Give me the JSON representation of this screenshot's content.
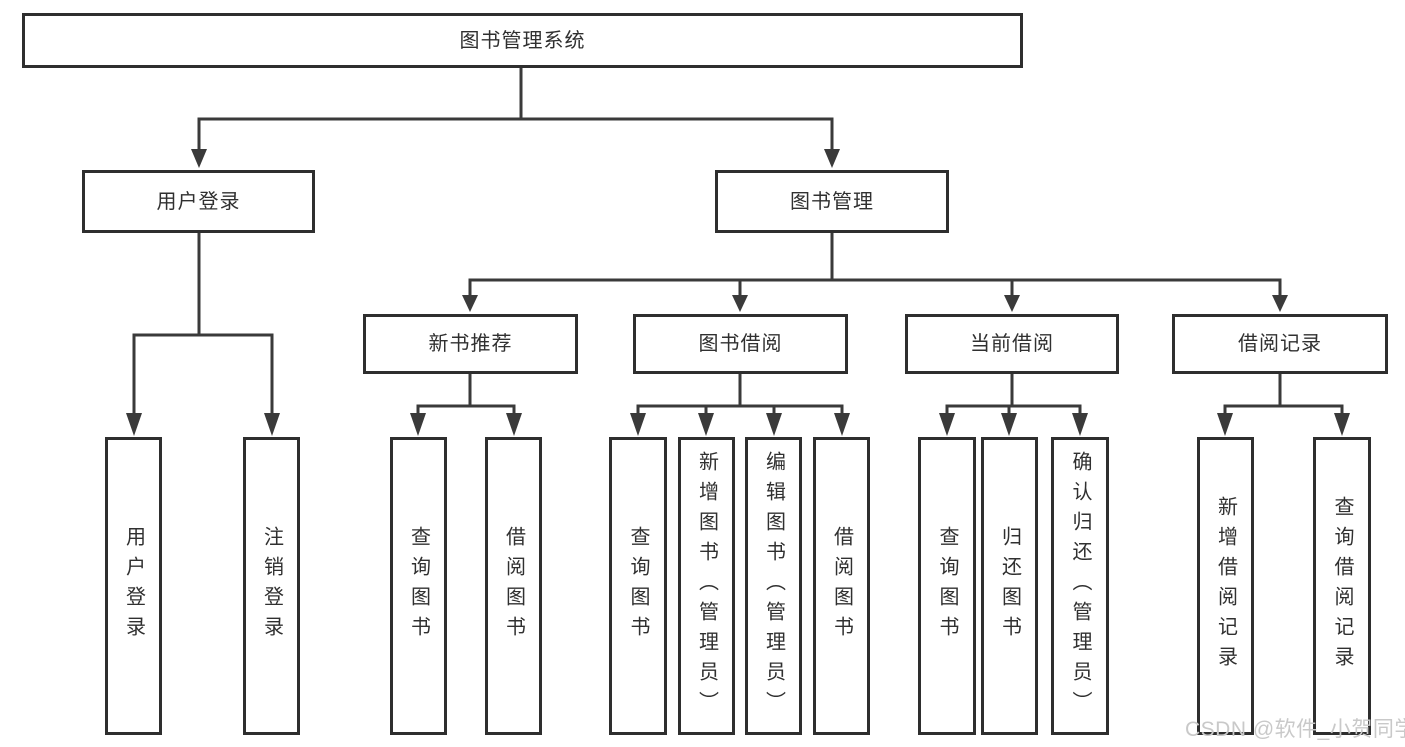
{
  "diagram": {
    "type": "functional-structure-tree",
    "root": {
      "label": "图书管理系统"
    },
    "level2": [
      {
        "label": "用户登录",
        "parent": "图书管理系统"
      },
      {
        "label": "图书管理",
        "parent": "图书管理系统"
      }
    ],
    "level3": [
      {
        "label": "新书推荐",
        "parent": "图书管理"
      },
      {
        "label": "图书借阅",
        "parent": "图书管理"
      },
      {
        "label": "当前借阅",
        "parent": "图书管理"
      },
      {
        "label": "借阅记录",
        "parent": "图书管理"
      }
    ],
    "leaves": [
      {
        "label": "用户登录",
        "parent": "用户登录"
      },
      {
        "label": "注销登录",
        "parent": "用户登录"
      },
      {
        "label": "查询图书",
        "parent": "新书推荐"
      },
      {
        "label": "借阅图书",
        "parent": "新书推荐"
      },
      {
        "label": "查询图书",
        "parent": "图书借阅"
      },
      {
        "label": "新增图书（管理员）",
        "parent": "图书借阅"
      },
      {
        "label": "编辑图书（管理员）",
        "parent": "图书借阅"
      },
      {
        "label": "借阅图书",
        "parent": "图书借阅"
      },
      {
        "label": "查询图书",
        "parent": "当前借阅"
      },
      {
        "label": "归还图书",
        "parent": "当前借阅"
      },
      {
        "label": "确认归还（管理员）",
        "parent": "当前借阅"
      },
      {
        "label": "新增借阅记录",
        "parent": "借阅记录"
      },
      {
        "label": "查询借阅记录",
        "parent": "借阅记录"
      }
    ],
    "watermark": "CSDN @软件_小贺同学",
    "colors": {
      "line": "#3a3a3a",
      "box_border": "#2e2e2e",
      "text": "#303030",
      "watermark": "#c9c9c9",
      "background": "#ffffff"
    }
  }
}
